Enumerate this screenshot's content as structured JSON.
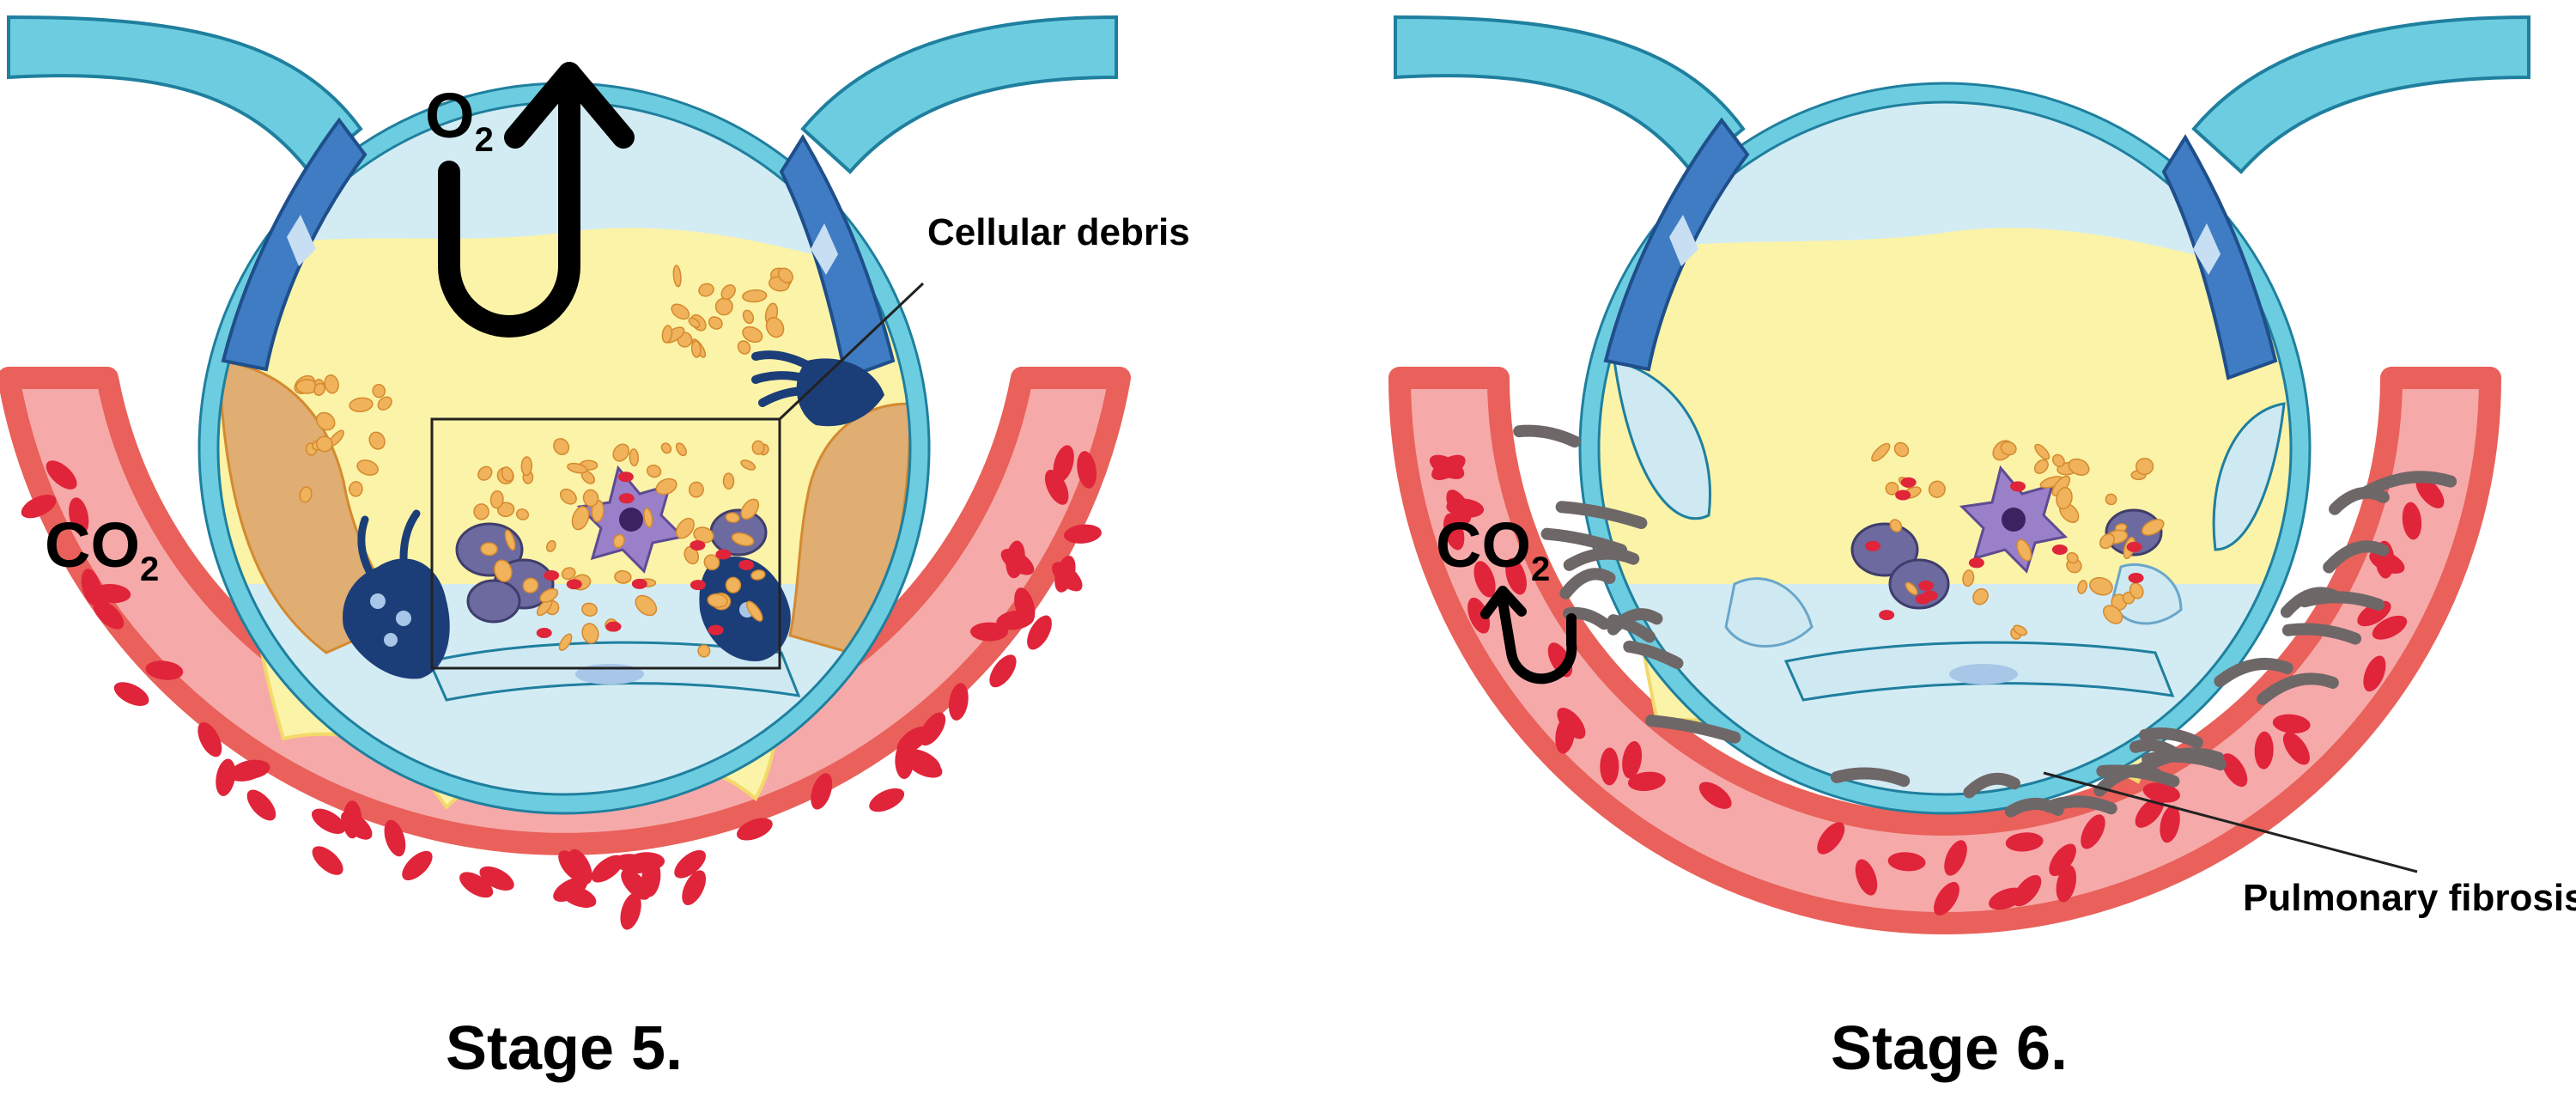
{
  "panels": [
    {
      "title": "Stage 5.",
      "gas_labels": [
        {
          "text": "O",
          "subscript": "2"
        },
        {
          "text": "CO",
          "subscript": "2"
        }
      ],
      "annotation": "Cellular debris"
    },
    {
      "title": "Stage 6.",
      "gas_labels": [
        {
          "text": "CO",
          "subscript": "2"
        }
      ],
      "annotation": "Pulmonary fibrosis"
    }
  ],
  "colors": {
    "airway": "#6dcde0",
    "airway_edge": "#1f7f9e",
    "vessel_outer": "#e9615a",
    "vessel_inner": "#f6a9a9",
    "red_blood_cell": "#e0243a",
    "edema": "#fbf3a7",
    "type1_cell": "#cfe9f2",
    "type2_cell": "#3f7cc4",
    "macrophage": "#9a80c8",
    "neutrophil": "#6c6a9e",
    "debris": "#f0b25a",
    "fibrosis": "#6e6768",
    "hyaline": "#e0ad72",
    "dark_cell": "#1c3e78"
  }
}
